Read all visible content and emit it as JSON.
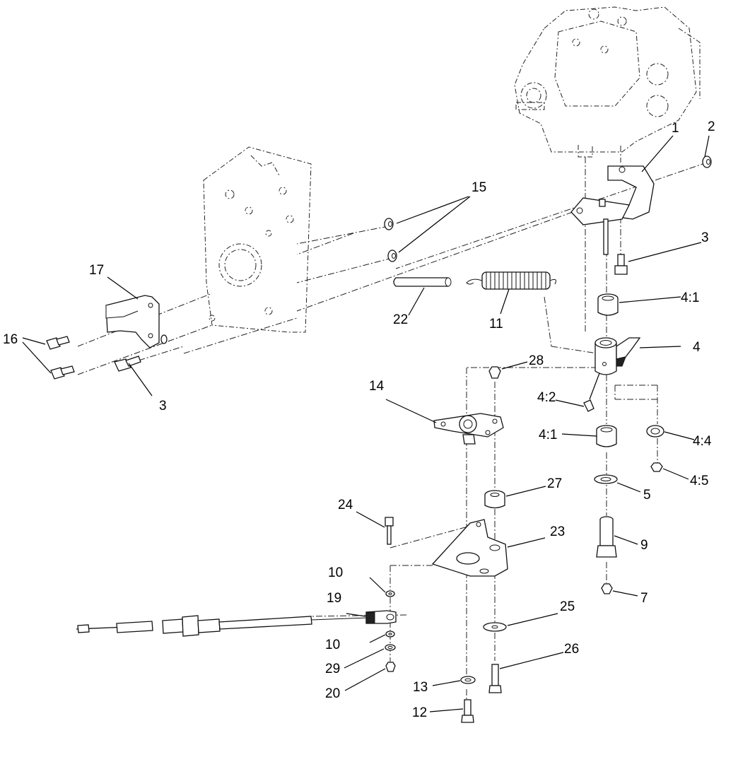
{
  "callouts": [
    {
      "id": "c1",
      "label": "1"
    },
    {
      "id": "c2",
      "label": "2"
    },
    {
      "id": "c3a",
      "label": "3"
    },
    {
      "id": "c3b",
      "label": "3"
    },
    {
      "id": "c4",
      "label": "4"
    },
    {
      "id": "c41a",
      "label": "4:1"
    },
    {
      "id": "c41b",
      "label": "4:1"
    },
    {
      "id": "c42",
      "label": "4:2"
    },
    {
      "id": "c44",
      "label": "4:4"
    },
    {
      "id": "c45",
      "label": "4:5"
    },
    {
      "id": "c5",
      "label": "5"
    },
    {
      "id": "c7",
      "label": "7"
    },
    {
      "id": "c9",
      "label": "9"
    },
    {
      "id": "c10a",
      "label": "10"
    },
    {
      "id": "c10b",
      "label": "10"
    },
    {
      "id": "c11",
      "label": "11"
    },
    {
      "id": "c12",
      "label": "12"
    },
    {
      "id": "c13",
      "label": "13"
    },
    {
      "id": "c14",
      "label": "14"
    },
    {
      "id": "c15",
      "label": "15"
    },
    {
      "id": "c16",
      "label": "16"
    },
    {
      "id": "c17",
      "label": "17"
    },
    {
      "id": "c19",
      "label": "19"
    },
    {
      "id": "c20",
      "label": "20"
    },
    {
      "id": "c22",
      "label": "22"
    },
    {
      "id": "c23",
      "label": "23"
    },
    {
      "id": "c24",
      "label": "24"
    },
    {
      "id": "c25",
      "label": "25"
    },
    {
      "id": "c26",
      "label": "26"
    },
    {
      "id": "c27",
      "label": "27"
    },
    {
      "id": "c28",
      "label": "28"
    },
    {
      "id": "c29",
      "label": "29"
    }
  ]
}
